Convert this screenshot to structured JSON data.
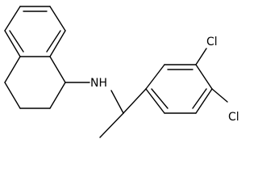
{
  "diagram": {
    "labels": {
      "amine": "NH",
      "chloro_top": "Cl",
      "chloro_right": "Cl"
    },
    "colors": {
      "bond": "#000000",
      "text": "#000000",
      "background": "#ffffff"
    }
  }
}
